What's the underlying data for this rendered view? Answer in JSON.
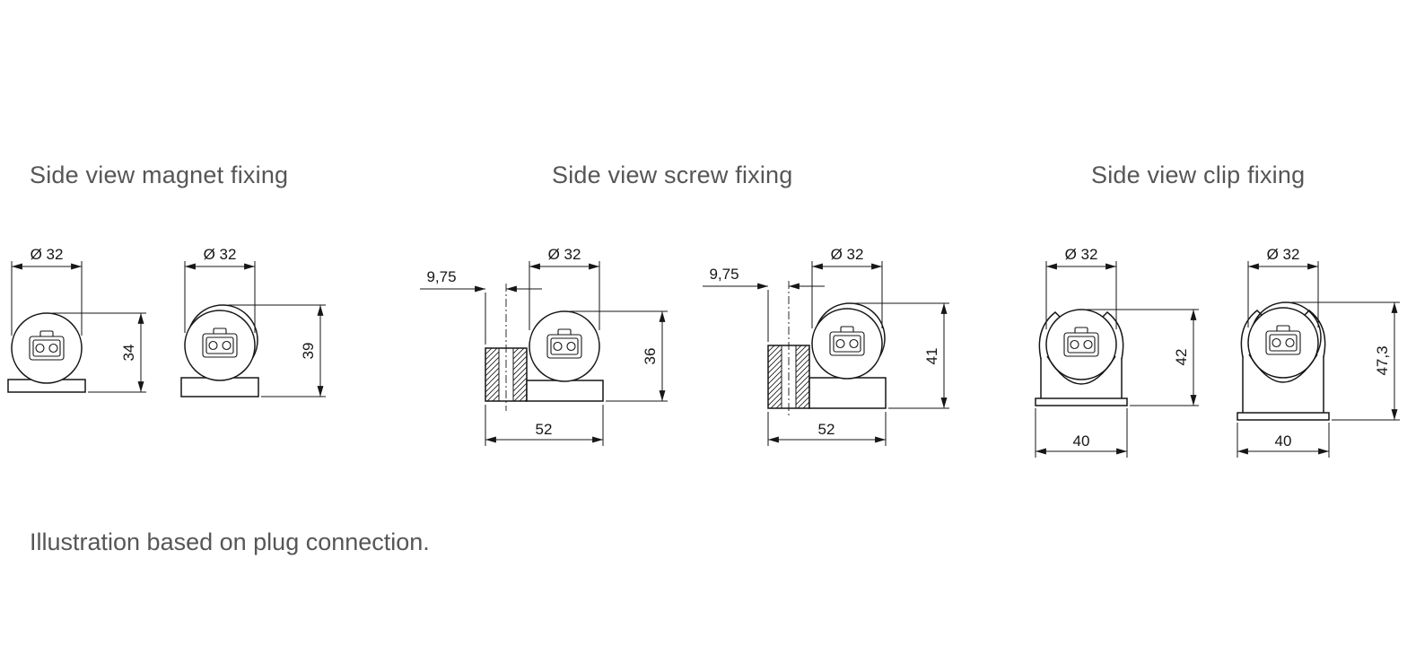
{
  "titles": {
    "magnet": "Side view magnet fixing",
    "screw": "Side view screw fixing",
    "clip": "Side view clip fixing"
  },
  "note": "Illustration based on plug connection.",
  "diagrams": {
    "magnet1": {
      "diameter": "Ø 32",
      "height": "34"
    },
    "magnet2": {
      "diameter": "Ø 32",
      "height": "39"
    },
    "screw1": {
      "offset": "9,75",
      "diameter": "Ø 32",
      "height": "36",
      "width": "52"
    },
    "screw2": {
      "offset": "9,75",
      "diameter": "Ø 32",
      "height": "41",
      "width": "52"
    },
    "clip1": {
      "diameter": "Ø 32",
      "height": "42",
      "width": "40"
    },
    "clip2": {
      "diameter": "Ø 32",
      "height": "47,3",
      "width": "40"
    }
  },
  "colors": {
    "line": "#161616",
    "title_text": "#565656"
  }
}
